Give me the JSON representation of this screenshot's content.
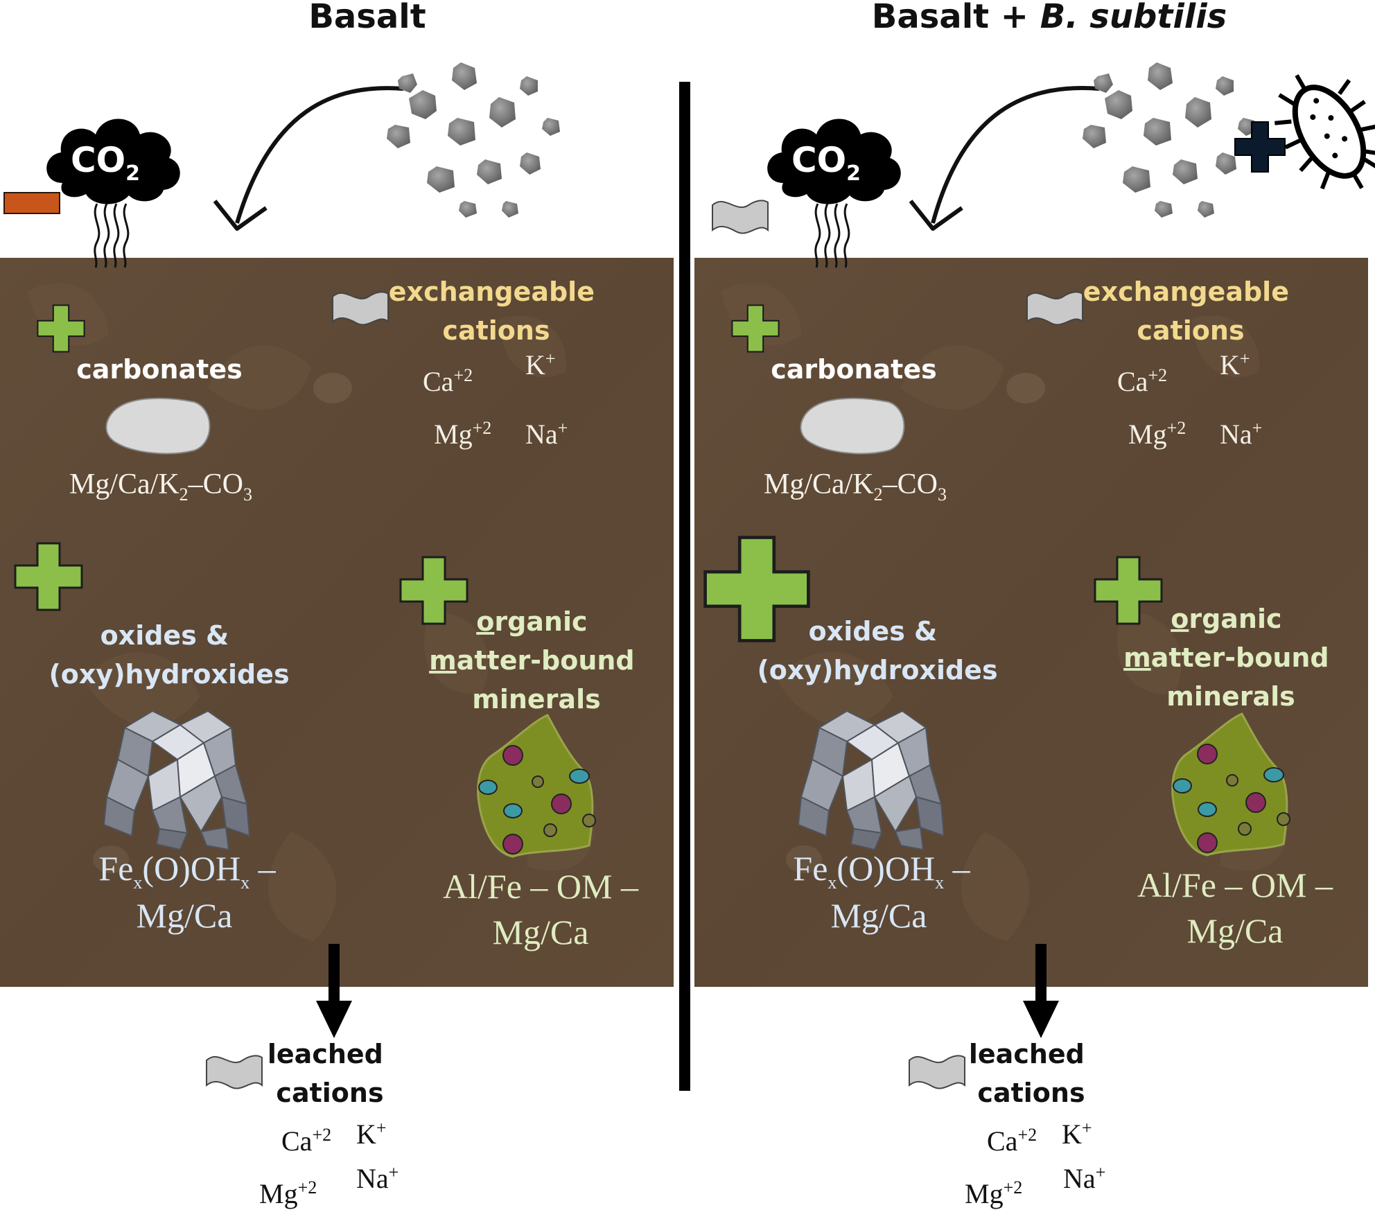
{
  "panels": [
    {
      "title_plain": "Basalt",
      "title_italic": "",
      "co2_effect": "decrease",
      "carbonates_effect": "increase",
      "exchangeable_effect": "no-change",
      "oxides_effect": "increase",
      "organic_effect": "increase",
      "leached_effect": "no-change",
      "has_bacteria": false
    },
    {
      "title_plain": "Basalt + ",
      "title_italic": "B. subtilis",
      "co2_effect": "no-change",
      "carbonates_effect": "increase",
      "exchangeable_effect": "no-change",
      "oxides_effect": "strong-increase",
      "organic_effect": "increase",
      "leached_effect": "no-change",
      "has_bacteria": true
    }
  ],
  "labels": {
    "co2": "CO",
    "co2_sub": "2",
    "exchangeable_1": "exchangeable",
    "exchangeable_2": "cations",
    "carbonates": "carbonates",
    "carbonate_formula_a": "Mg/Ca/K",
    "carbonate_formula_sub": "2",
    "carbonate_formula_b": "–CO",
    "carbonate_formula_sub2": "3",
    "oxides_1": "oxides &",
    "oxides_2": "(oxy)hydroxides",
    "oxide_formula_a": "Fe",
    "oxide_formula_sub1": "x",
    "oxide_formula_b": "(O)OH",
    "oxide_formula_sub2": "x",
    "oxide_formula_c": " –",
    "oxide_formula_line2": "Mg/Ca",
    "organic_1_first": "o",
    "organic_1_rest": "rganic",
    "organic_2_first": "m",
    "organic_2_rest": "atter-bound",
    "organic_3": "minerals",
    "organic_formula_1": "Al/Fe – OM –",
    "organic_formula_2": "Mg/Ca",
    "leached_1": "leached",
    "leached_2": "cations",
    "ion_ca": "Ca",
    "ion_ca_charge": "+2",
    "ion_k": "K",
    "ion_k_charge": "+",
    "ion_mg": "Mg",
    "ion_mg_charge": "+2",
    "ion_na": "Na",
    "ion_na_charge": "+"
  },
  "colors": {
    "soil": "#5e4a37",
    "plus": "#8bbf4a",
    "minus": "#c8561a",
    "tilde": "#c9c9c9",
    "exchangeable_text": "#f3d98d",
    "oxides_text": "#d8e6f5",
    "organic_text": "#e0ecc1",
    "organic_blob": "#7d8f22"
  }
}
